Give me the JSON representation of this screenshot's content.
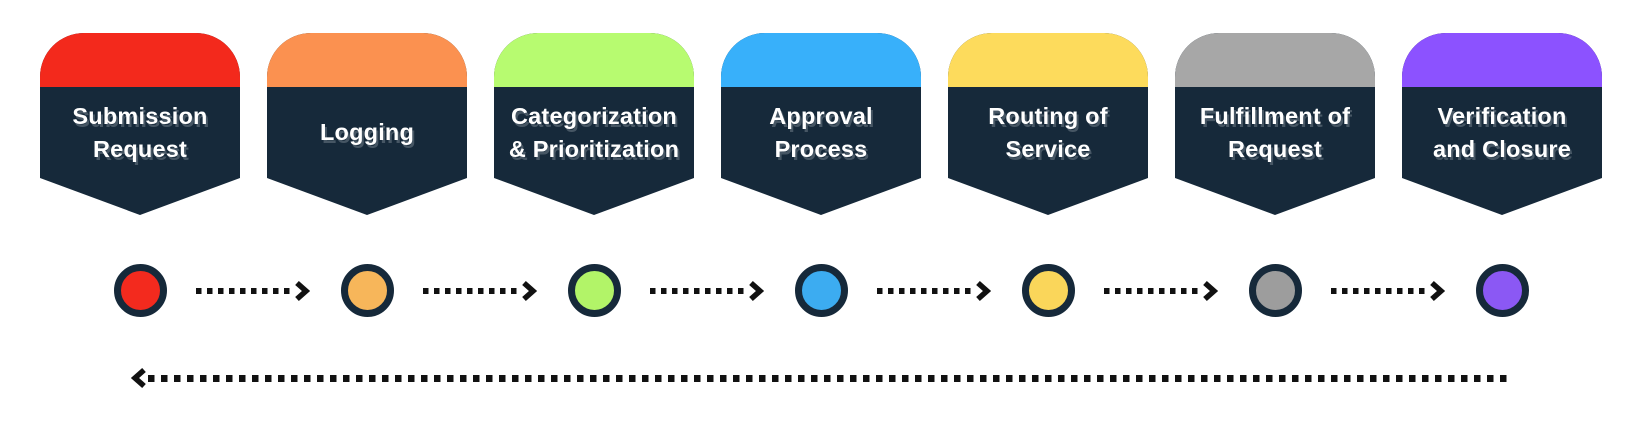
{
  "diagram": {
    "type": "process-flow",
    "flow": "left-to-right with dotted return loop at bottom",
    "steps": [
      {
        "label": "Submission Request",
        "lines": [
          "Submission",
          "Request"
        ],
        "cap_color": "#F3291C",
        "dot_color": "#F32A1E"
      },
      {
        "label": "Logging",
        "lines": [
          "Logging"
        ],
        "cap_color": "#FB9150",
        "dot_color": "#F7B65A"
      },
      {
        "label": "Categorization & Prioritization",
        "lines": [
          "Categorization",
          "& Prioritization"
        ],
        "cap_color": "#B7FB70",
        "dot_color": "#B2F468"
      },
      {
        "label": "Approval Process",
        "lines": [
          "Approval",
          "Process"
        ],
        "cap_color": "#38B0FA",
        "dot_color": "#3CACF1"
      },
      {
        "label": "Routing of Service",
        "lines": [
          "Routing of",
          "Service"
        ],
        "cap_color": "#FDDB5C",
        "dot_color": "#FAD65A"
      },
      {
        "label": "Fulfillment of Request",
        "lines": [
          "Fulfillment of",
          "Request"
        ],
        "cap_color": "#A7A7A7",
        "dot_color": "#9D9D9D"
      },
      {
        "label": "Verification and Closure",
        "lines": [
          "Verification",
          "and Closure"
        ],
        "cap_color": "#8C52FF",
        "dot_color": "#8B58F4"
      }
    ],
    "colors": {
      "banner_body": "#16293A",
      "text": "#FFFFFF",
      "arrow": "#111111",
      "background": "#FFFFFF"
    }
  }
}
